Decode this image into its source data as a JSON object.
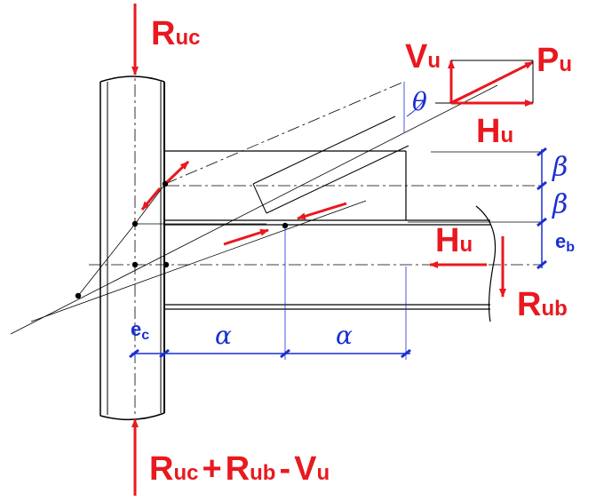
{
  "colors": {
    "force": "#e8191f",
    "dimension": "#1a2fd0",
    "line": "#000000"
  },
  "forces": {
    "r_uc": {
      "main": "R",
      "sub": "uc"
    },
    "bottom": {
      "t1": "R",
      "s1": "uc",
      "plus": "+",
      "t2": "R",
      "s2": "ub",
      "minus": "-",
      "t3": "V",
      "s3": "u"
    },
    "v_u": {
      "main": "V",
      "sub": "u"
    },
    "p_u": {
      "main": "P",
      "sub": "u"
    },
    "h_u_top": {
      "main": "H",
      "sub": "u"
    },
    "h_u_beam": {
      "main": "H",
      "sub": "u"
    },
    "r_ub": {
      "main": "R",
      "sub": "ub"
    }
  },
  "dimensions": {
    "theta": "θ",
    "beta1": "β",
    "beta2": "β",
    "e_b": {
      "main": "e",
      "sub": "b"
    },
    "e_c": {
      "main": "e",
      "sub": "c"
    },
    "alpha1": "α",
    "alpha2": "α"
  }
}
